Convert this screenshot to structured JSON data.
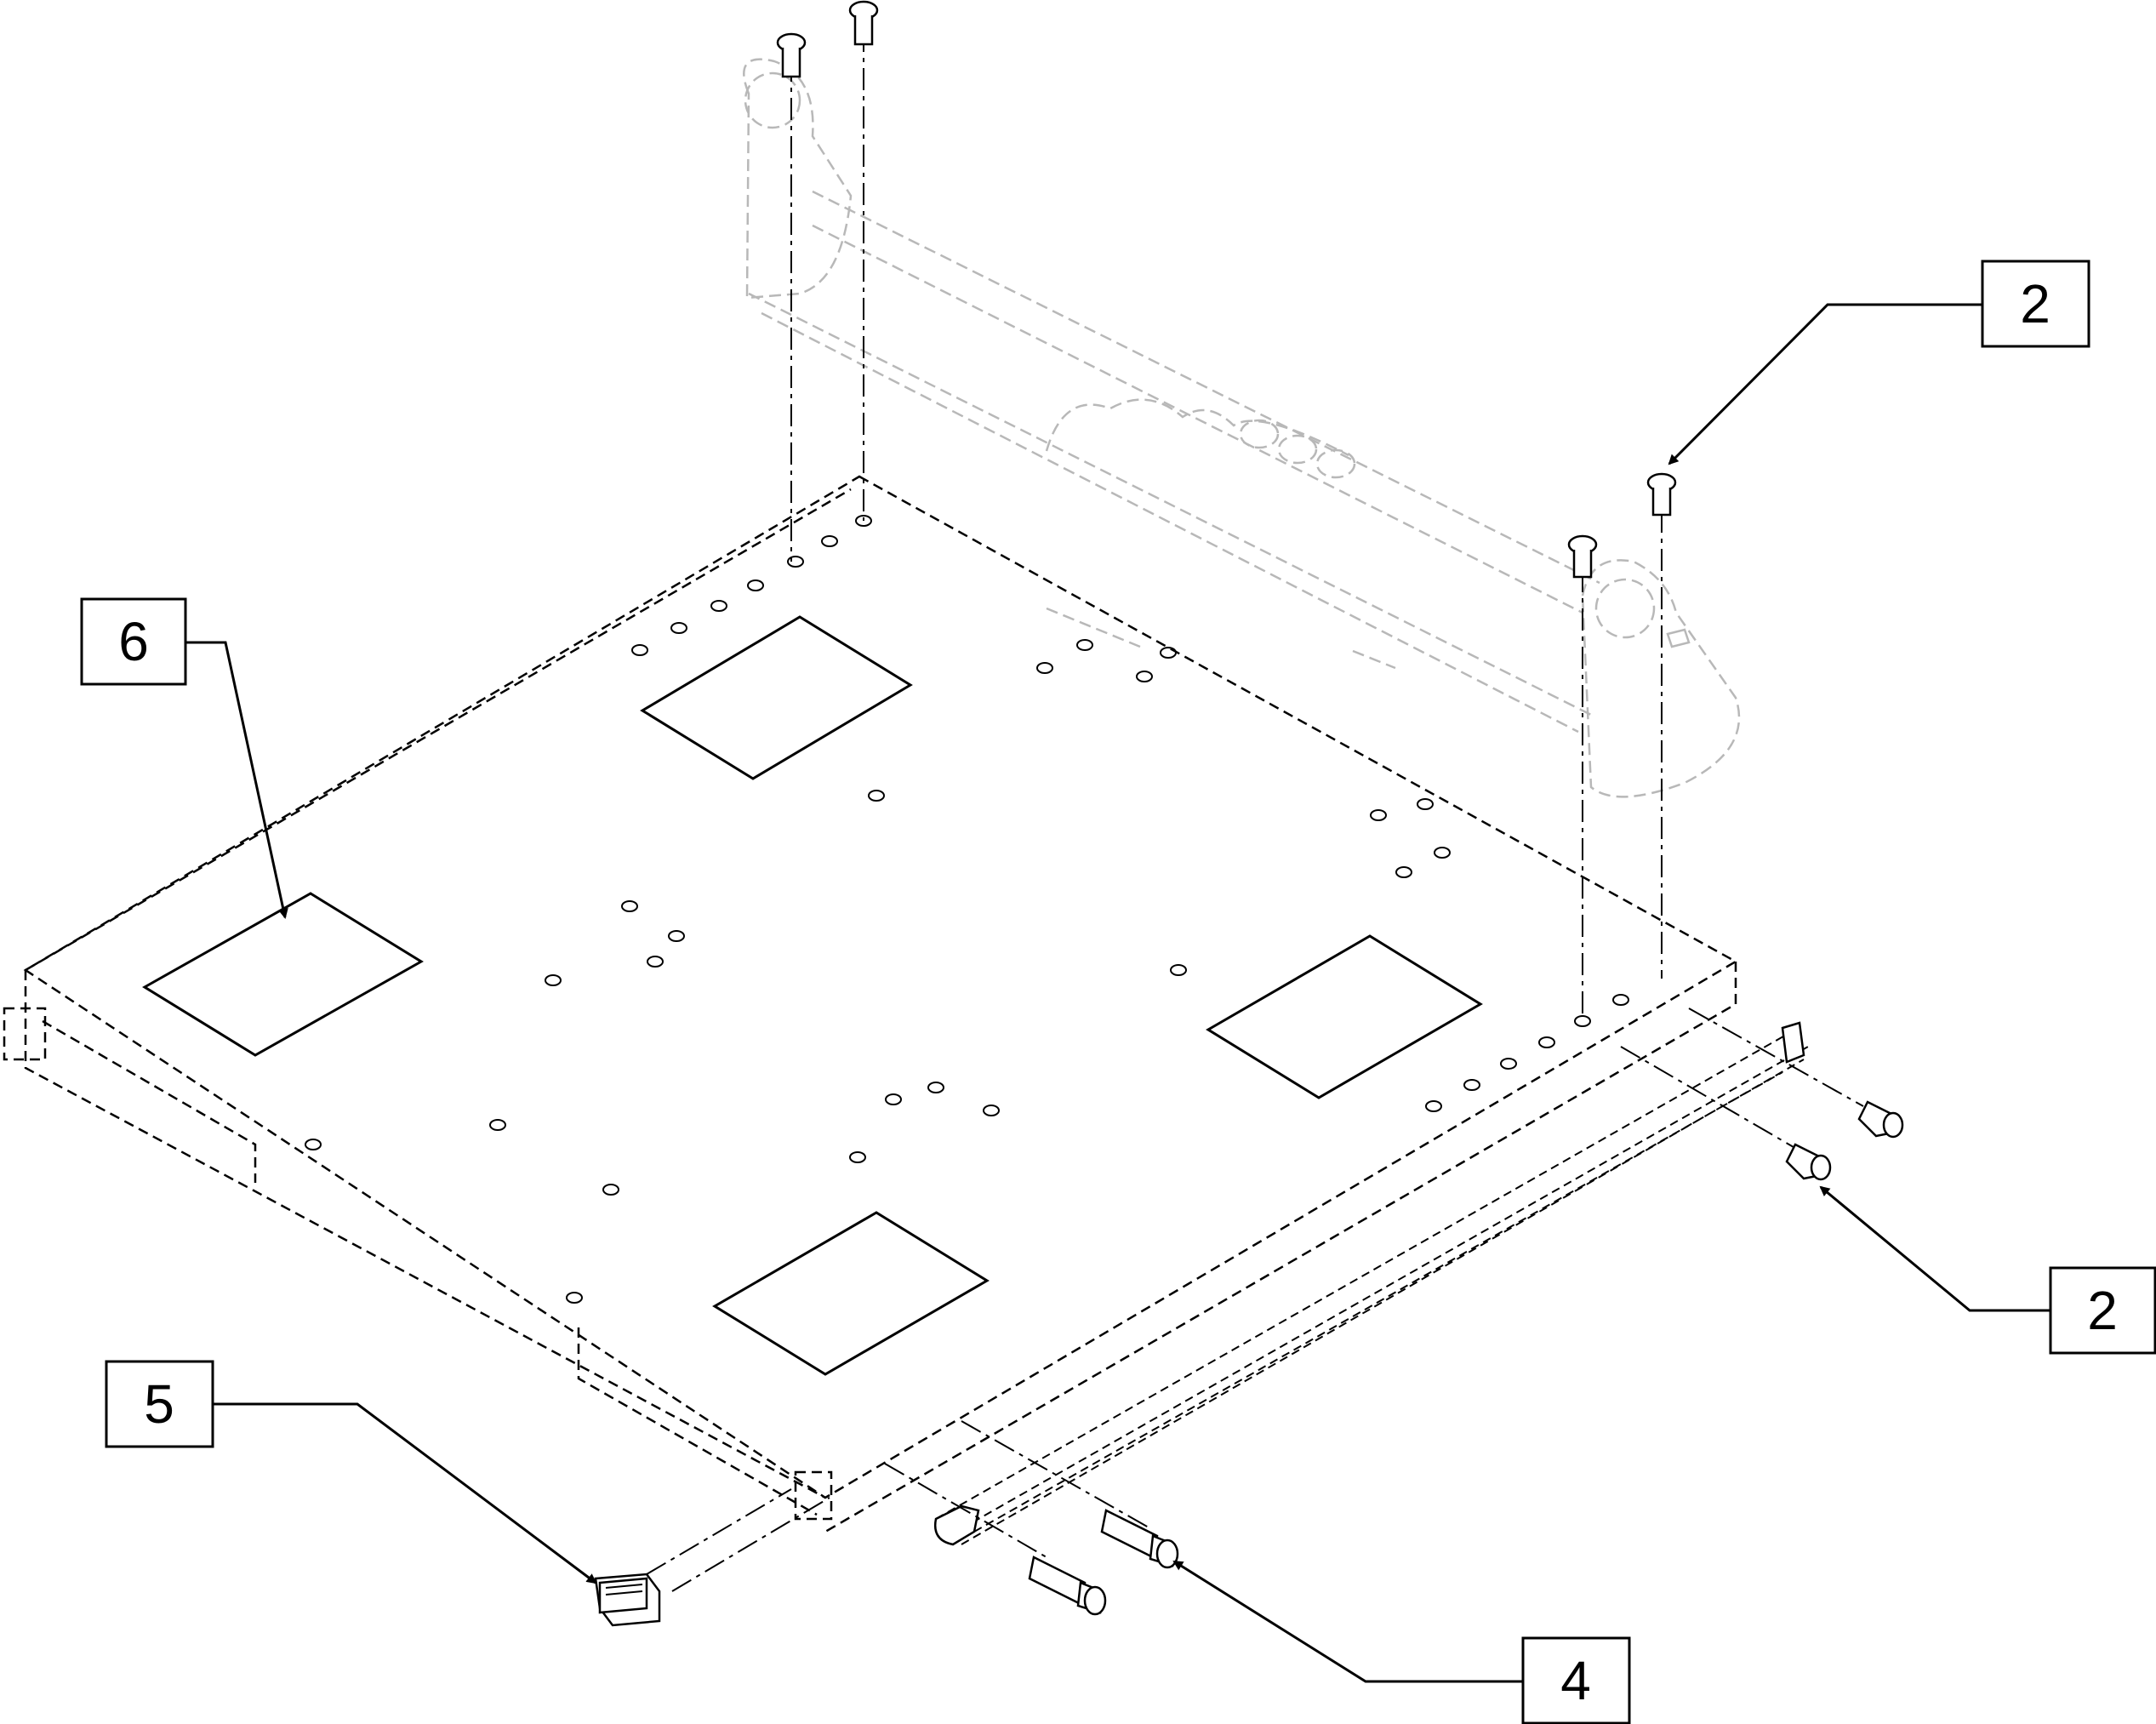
{
  "callouts": [
    {
      "id": "c2-top",
      "label": "2"
    },
    {
      "id": "c2-right",
      "label": "2"
    },
    {
      "id": "c4",
      "label": "4"
    },
    {
      "id": "c5",
      "label": "5"
    },
    {
      "id": "c6",
      "label": "6"
    }
  ]
}
